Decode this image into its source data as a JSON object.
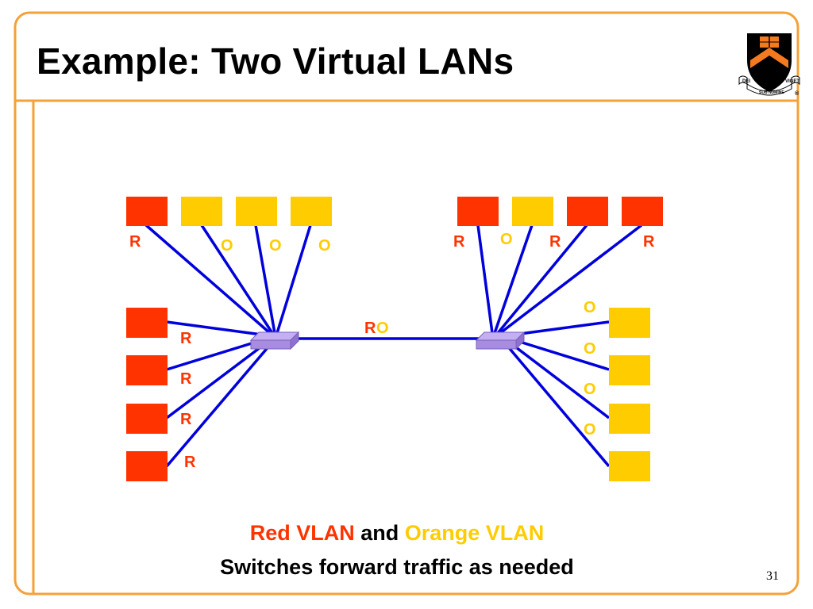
{
  "slide": {
    "title": "Example: Two Virtual LANs",
    "page_number": "31"
  },
  "logo": {
    "icon": "princeton-shield-icon",
    "motto_left": "DEI",
    "motto_center": "SUB NUMINE",
    "motto_right": "VIGET",
    "registered_mark": "®"
  },
  "colors": {
    "frame": "#f4a13a",
    "red_host": "#ff3300",
    "orange_host": "#ffcc00",
    "link": "#0000dd",
    "switch": "#a88ce0"
  },
  "diagram": {
    "left_top_labels": [
      "R",
      "O",
      "O",
      "O"
    ],
    "left_side_labels": [
      "R",
      "R",
      "R",
      "R"
    ],
    "right_top_labels": [
      "R",
      "O",
      "R",
      "R"
    ],
    "right_side_labels": [
      "O",
      "O",
      "O",
      "O"
    ],
    "trunk_label_r": "R",
    "trunk_label_o": "O"
  },
  "caption": {
    "red_vlan": "Red VLAN",
    "and": "and",
    "orange_vlan": "Orange VLAN",
    "line2": "Switches forward traffic as needed"
  }
}
